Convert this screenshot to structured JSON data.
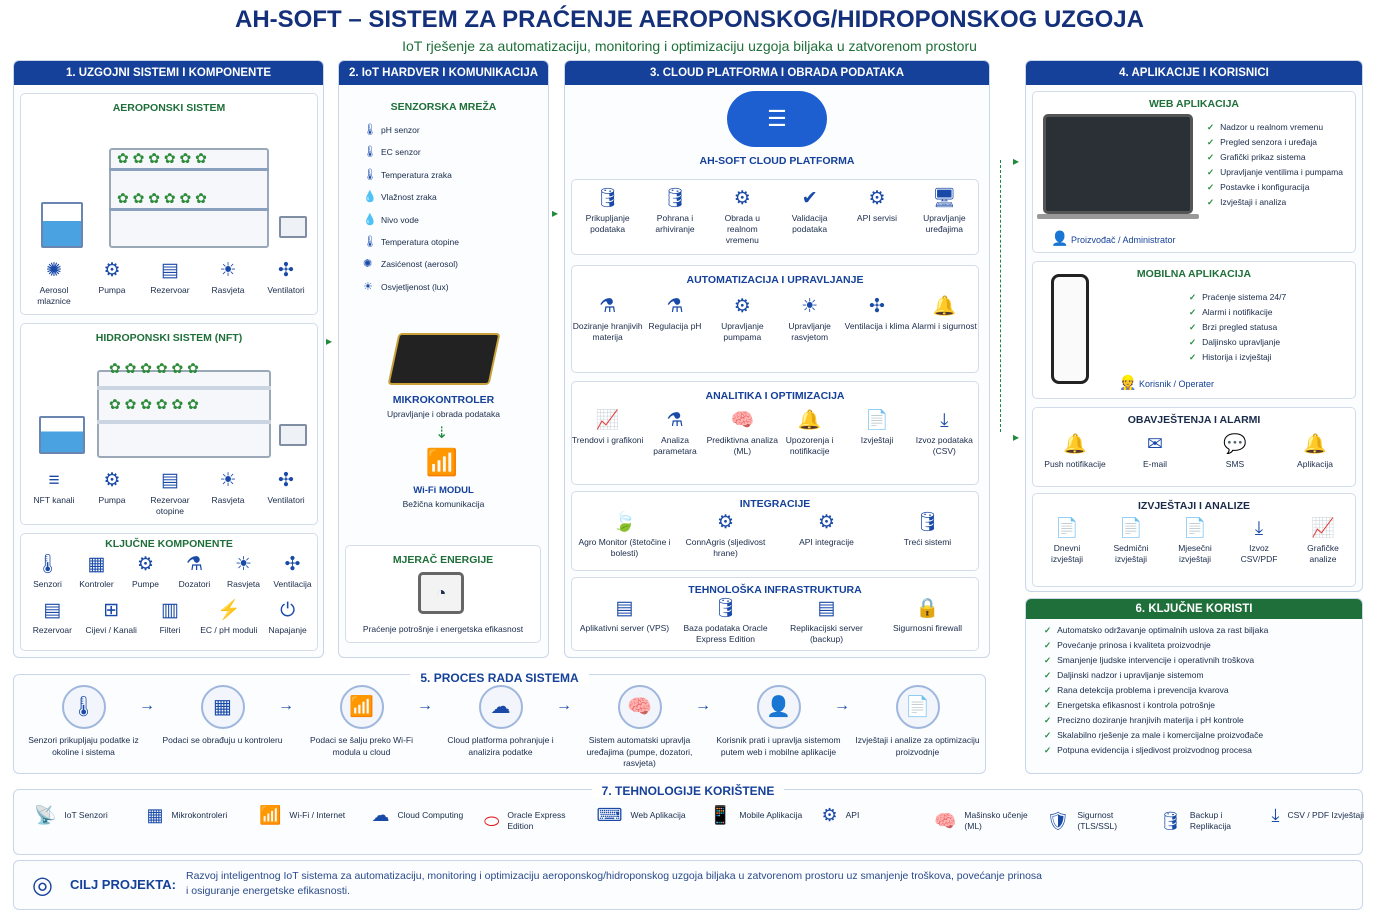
{
  "title": "AH-SOFT – SISTEM ZA PRAĆENJE AEROPONSKOG/HIDROPONSKOG UZGOJA",
  "subtitle": "IoT rješenje za automatizaciju, monitoring i optimizaciju uzgoja biljaka u zatvorenom prostoru",
  "colors": {
    "primary": "#15419a",
    "green": "#1f6f3a"
  },
  "s1": {
    "header": "1. UZGOJNI SISTEMI I KOMPONENTE",
    "aero": {
      "title": "AEROPONSKI SISTEM",
      "items": [
        {
          "icon": "mist-icon",
          "label": "Aerosol mlaznice"
        },
        {
          "icon": "pump-icon",
          "label": "Pumpa"
        },
        {
          "icon": "reservoir-icon",
          "label": "Rezervoar"
        },
        {
          "icon": "light-icon",
          "label": "Rasvjeta"
        },
        {
          "icon": "fan-icon",
          "label": "Ventilatori"
        }
      ]
    },
    "hydro": {
      "title": "HIDROPONSKI SISTEM (NFT)",
      "items": [
        {
          "icon": "channels-icon",
          "label": "NFT kanali"
        },
        {
          "icon": "pump-icon",
          "label": "Pumpa"
        },
        {
          "icon": "reservoir-icon",
          "label": "Rezervoar otopine"
        },
        {
          "icon": "light-icon",
          "label": "Rasvjeta"
        },
        {
          "icon": "fan-icon",
          "label": "Ventilatori"
        }
      ]
    },
    "key": {
      "title": "KLJUČNE KOMPONENTE",
      "row1": [
        {
          "icon": "thermometer-icon",
          "label": "Senzori"
        },
        {
          "icon": "chip-icon",
          "label": "Kontroler"
        },
        {
          "icon": "pump-icon",
          "label": "Pumpe"
        },
        {
          "icon": "doser-icon",
          "label": "Dozatori"
        },
        {
          "icon": "light-icon",
          "label": "Rasvjeta"
        },
        {
          "icon": "fan-icon",
          "label": "Ventilacija"
        }
      ],
      "row2": [
        {
          "icon": "reservoir-icon",
          "label": "Rezervoar"
        },
        {
          "icon": "pipes-icon",
          "label": "Cijevi / Kanali"
        },
        {
          "icon": "filter-icon",
          "label": "Filteri"
        },
        {
          "icon": "ec-icon",
          "label": "EC / pH moduli"
        },
        {
          "icon": "power-icon",
          "label": "Napajanje"
        }
      ]
    }
  },
  "s2": {
    "header": "2. IoT HARDVER I KOMUNIKACIJA",
    "network_title": "SENZORSKA MREŽA",
    "sensors": [
      "pH senzor",
      "EC senzor",
      "Temperatura zraka",
      "Vlažnost zraka",
      "Nivo vode",
      "Temperatura otopine",
      "Zasićenost (aerosol)",
      "Osvjetljenost (lux)"
    ],
    "mcu_title": "MIKROKONTROLER",
    "mcu_sub": "Upravljanje i obrada podataka",
    "wifi_title": "Wi-Fi MODUL",
    "wifi_sub": "Bežična komunikacija",
    "meter_title": "MJERAČ ENERGIJE",
    "meter_sub": "Praćenje potrošnje i energetska efikasnost"
  },
  "s3": {
    "header": "3. CLOUD PLATFORMA I OBRADA PODATAKA",
    "cloud_title": "AH-SOFT CLOUD PLATFORMA",
    "core": [
      {
        "icon": "database-icon",
        "label": "Prikupljanje podataka"
      },
      {
        "icon": "database-icon",
        "label": "Pohrana i arhiviranje"
      },
      {
        "icon": "gear-icon",
        "label": "Obrada u realnom vremenu"
      },
      {
        "icon": "check-badge-icon",
        "label": "Validacija podataka"
      },
      {
        "icon": "api-icon",
        "label": "API servisi"
      },
      {
        "icon": "monitor-icon",
        "label": "Upravljanje uređajima"
      }
    ],
    "auto": {
      "title": "AUTOMATIZACIJA I UPRAVLJANJE",
      "items": [
        {
          "icon": "doser-icon",
          "label": "Doziranje hranjivih materija"
        },
        {
          "icon": "flask-icon",
          "label": "Regulacija pH"
        },
        {
          "icon": "pump-icon",
          "label": "Upravljanje pumpama"
        },
        {
          "icon": "light-icon",
          "label": "Upravljanje rasvjetom"
        },
        {
          "icon": "fan-icon",
          "label": "Ventilacija i klima"
        },
        {
          "icon": "bell-icon",
          "label": "Alarmi i sigurnost"
        }
      ]
    },
    "analytics": {
      "title": "ANALITIKA I OPTIMIZACIJA",
      "items": [
        {
          "icon": "trend-icon",
          "label": "Trendovi i grafikoni"
        },
        {
          "icon": "flask-icon",
          "label": "Analiza parametara"
        },
        {
          "icon": "brain-icon",
          "label": "Prediktivna analiza (ML)"
        },
        {
          "icon": "bell-icon",
          "label": "Upozorenja i notifikacije"
        },
        {
          "icon": "report-icon",
          "label": "Izvještaji"
        },
        {
          "icon": "export-icon",
          "label": "Izvoz podataka (CSV)"
        }
      ]
    },
    "integ": {
      "title": "INTEGRACIJE",
      "items": [
        {
          "icon": "leaf-icon",
          "label": "Agro Monitor (štetočine i bolesti)"
        },
        {
          "icon": "gear-icon",
          "label": "ConnAgris (sljedivost hrane)"
        },
        {
          "icon": "api-icon",
          "label": "API integracije"
        },
        {
          "icon": "database-icon",
          "label": "Treći sistemi"
        }
      ]
    },
    "infra": {
      "title": "TEHNOLOŠKA INFRASTRUKTURA",
      "items": [
        {
          "icon": "server-icon",
          "label": "Aplikativni server (VPS)"
        },
        {
          "icon": "database-icon",
          "label": "Baza podataka Oracle Express Edition"
        },
        {
          "icon": "server-icon",
          "label": "Replikacijski server (backup)"
        },
        {
          "icon": "firewall-icon",
          "label": "Sigurnosni firewall"
        }
      ]
    }
  },
  "s4": {
    "header": "4. APLIKACIJE I KORISNICI",
    "web": {
      "title": "WEB APLIKACIJA",
      "features": [
        "Nadzor u realnom vremenu",
        "Pregled senzora i uređaja",
        "Grafički prikaz sistema",
        "Upravljanje ventilima i pumpama",
        "Postavke i konfiguracija",
        "Izvještaji i analiza"
      ],
      "user": "Proizvođač / Administrator"
    },
    "mobile": {
      "title": "MOBILNA APLIKACIJA",
      "features": [
        "Praćenje sistema 24/7",
        "Alarmi i notifikacije",
        "Brzi pregled statusa",
        "Daljinsko upravljanje",
        "Historija i izvještaji"
      ],
      "user": "Korisnik / Operater"
    },
    "alarms": {
      "title": "OBAVJEŠTENJA I ALARMI",
      "items": [
        {
          "icon": "bell-icon",
          "label": "Push notifikacije"
        },
        {
          "icon": "mail-icon",
          "label": "E-mail"
        },
        {
          "icon": "sms-icon",
          "label": "SMS"
        },
        {
          "icon": "bell-icon",
          "label": "Aplikacija"
        }
      ]
    },
    "reports": {
      "title": "IZVJEŠTAJI I ANALIZE",
      "items": [
        {
          "icon": "report-icon",
          "label": "Dnevni izvještaji"
        },
        {
          "icon": "report-icon",
          "label": "Sedmični izvještaji"
        },
        {
          "icon": "report-icon",
          "label": "Mjesečni izvještaji"
        },
        {
          "icon": "export-icon",
          "label": "Izvoz CSV/PDF"
        },
        {
          "icon": "trend-icon",
          "label": "Grafičke analize"
        }
      ]
    }
  },
  "s5": {
    "header": "5. PROCES RADA SISTEMA",
    "steps": [
      {
        "icon": "thermometer-icon",
        "label": "Senzori prikupljaju podatke iz okoline i sistema"
      },
      {
        "icon": "chip-icon",
        "label": "Podaci se obrađuju u kontroleru"
      },
      {
        "icon": "wifi-icon",
        "label": "Podaci se šalju preko Wi-Fi modula u cloud"
      },
      {
        "icon": "cloud-icon",
        "label": "Cloud platforma pohranjuje i analizira podatke"
      },
      {
        "icon": "brain-icon",
        "label": "Sistem automatski upravlja uređajima (pumpe, dozatori, rasvjeta)"
      },
      {
        "icon": "user-icon",
        "label": "Korisnik prati i upravlja sistemom putem web i mobilne aplikacije"
      },
      {
        "icon": "report-icon",
        "label": "Izvještaji i analize za optimizaciju proizvodnje"
      }
    ]
  },
  "s6": {
    "header": "6. KLJUČNE KORISTI",
    "items": [
      "Automatsko održavanje optimalnih uslova za rast biljaka",
      "Povećanje prinosa i kvaliteta proizvodnje",
      "Smanjenje ljudske intervencije i operativnih troškova",
      "Daljinski nadzor i upravljanje sistemom",
      "Rana detekcija problema i prevencija kvarova",
      "Energetska efikasnost i kontrola potrošnje",
      "Precizno doziranje hranjivih materija i pH kontrole",
      "Skalabilno rješenje za male i komercijalne proizvođače",
      "Potpuna evidencija i sljedivost proizvodnog procesa"
    ]
  },
  "s7": {
    "header": "7. TEHNOLOGIJE KORIŠTENE",
    "items": [
      {
        "icon": "iot-icon",
        "label": "IoT Senzori"
      },
      {
        "icon": "chip-icon",
        "label": "Mikrokontroleri"
      },
      {
        "icon": "wifi-icon",
        "label": "Wi-Fi / Internet"
      },
      {
        "icon": "cloud-icon",
        "label": "Cloud Computing"
      },
      {
        "icon": "oracle-icon",
        "label": "Oracle Express Edition"
      },
      {
        "icon": "web-icon",
        "label": "Web Aplikacija"
      },
      {
        "icon": "phone-icon",
        "label": "Mobile Aplikacija"
      },
      {
        "icon": "api-icon",
        "label": "API"
      },
      {
        "icon": "brain-icon",
        "label": "Mašinsko učenje (ML)"
      },
      {
        "icon": "shield-icon",
        "label": "Sigurnost (TLS/SSL)"
      },
      {
        "icon": "database-icon",
        "label": "Backup i Replikacija"
      },
      {
        "icon": "export-icon",
        "label": "CSV / PDF Izvještaji"
      }
    ]
  },
  "goal": {
    "label": "CILJ PROJEKTA:",
    "text": "Razvoj inteligentnog IoT sistema za automatizaciju, monitoring i optimizaciju aeroponskog/hidroponskog uzgoja biljaka u zatvorenom prostoru uz smanjenje troškova, povećanje prinosa i osiguranje energetske efikasnosti."
  }
}
